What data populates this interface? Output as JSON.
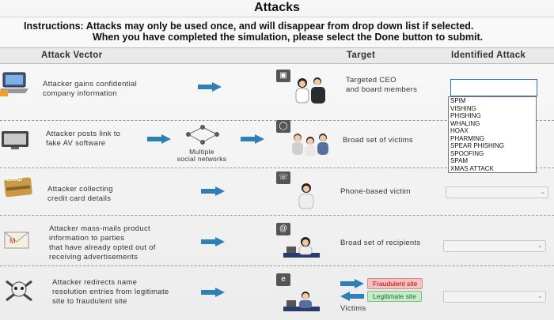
{
  "title": "Attacks",
  "instructions": {
    "line1": "Instructions: Attacks may only be used once, and will disappear from drop down list if selected.",
    "line2": "When you have completed the simulation, please select the Done button to submit."
  },
  "columns": {
    "vector": "Attack Vector",
    "target": "Target",
    "identified": "Identified Attack"
  },
  "rows": [
    {
      "vector_lines": [
        "Attacker gains confidential",
        "company information"
      ],
      "target_lines": [
        "Targeted CEO",
        "and board members"
      ],
      "target_icon": "briefcase-icon"
    },
    {
      "vector_lines": [
        "Attacker posts link to",
        "fake AV software"
      ],
      "middle_label_lines": [
        "Multiple",
        "social networks"
      ],
      "target_lines": [
        "Broad set of victims"
      ],
      "target_icon": "globe-icon"
    },
    {
      "vector_lines": [
        "Attacker collecting",
        "credit card details"
      ],
      "target_lines": [
        "Phone-based victim"
      ],
      "target_icon": "phone-icon",
      "vector_icon_text": "CARD"
    },
    {
      "vector_lines": [
        "Attacker mass-mails product",
        "information to parties",
        "that have already opted out of",
        "receiving advertisements"
      ],
      "target_lines": [
        "Broad set of recipients"
      ],
      "target_icon": "at-sign-icon"
    },
    {
      "vector_lines": [
        "Attacker redirects name",
        "resolution entries from legitimate",
        "site to fraudulent site"
      ],
      "target_lines": [
        "Victims"
      ],
      "target_icon": "browser-e-icon",
      "fraudulent_label": "Fraudulent site",
      "legitimate_label": "Legitimate site"
    }
  ],
  "dropdown": {
    "options": [
      "SPIM",
      "VISHING",
      "PHISHING",
      "WHALING",
      "HOAX",
      "PHARMING",
      "SPEAR PHISHING",
      "SPOOFING",
      "SPAM",
      "XMAS ATTACK"
    ]
  },
  "colors": {
    "arrow": "#2f7fb4",
    "dropdown_focus": "#2f6bd0",
    "fraudulent": "#b00000",
    "legitimate": "#176b1e"
  }
}
